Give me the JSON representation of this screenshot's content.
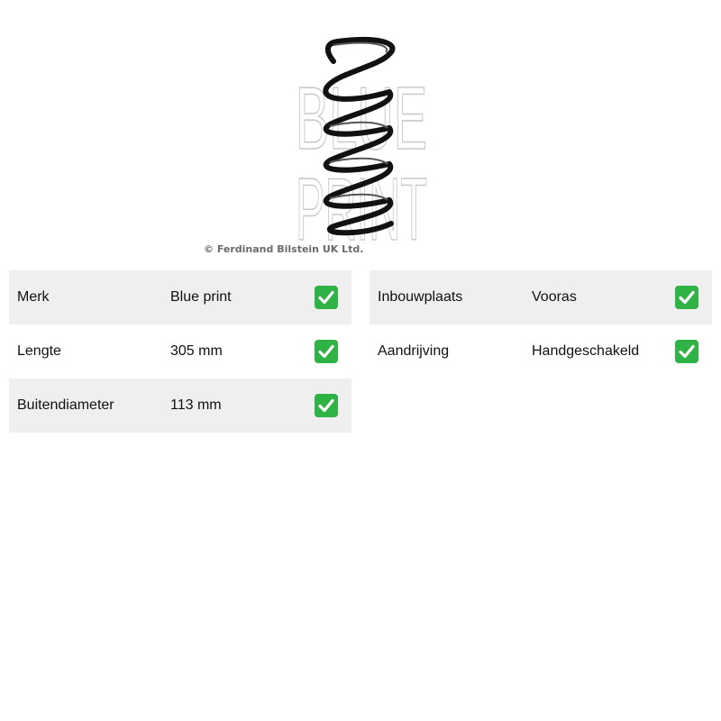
{
  "image": {
    "subject": "coil-spring",
    "watermark_lines": [
      "BLUE",
      "PRINT"
    ]
  },
  "copyright": "© Ferdinand Bilstein UK Ltd.",
  "colors": {
    "shaded_row": "#efefef",
    "check_bg": "#2fb344",
    "spring": "#111111"
  },
  "specs_left": [
    {
      "label": "Merk",
      "value": "Blue print",
      "icon": "check-mark-icon"
    },
    {
      "label": "Lengte",
      "value": "305 mm",
      "icon": "check-mark-icon"
    },
    {
      "label": "Buitendiameter",
      "value": "113 mm",
      "icon": "check-mark-icon"
    }
  ],
  "specs_right": [
    {
      "label": "Inbouwplaats",
      "value": "Vooras",
      "icon": "check-mark-icon"
    },
    {
      "label": "Aandrijving",
      "value": "Handgeschakeld",
      "icon": "check-mark-icon"
    }
  ]
}
